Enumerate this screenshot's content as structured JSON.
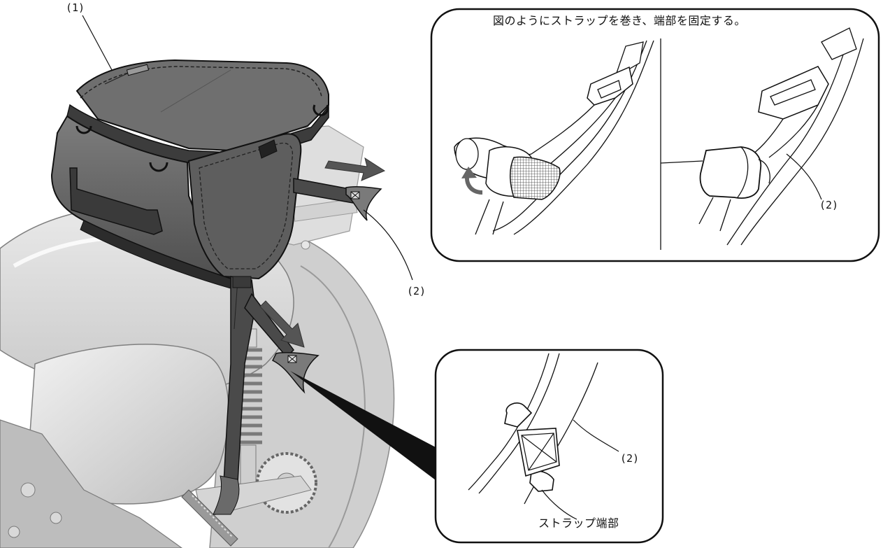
{
  "labels": {
    "part1": "(1)",
    "part2_main": "(2)",
    "part2_top_inset": "(2)",
    "part2_bottom_inset": "(2)"
  },
  "top_inset": {
    "caption": "図のようにストラップを巻き、端部を固定する。"
  },
  "bottom_inset": {
    "callout": "ストラップ端部"
  }
}
